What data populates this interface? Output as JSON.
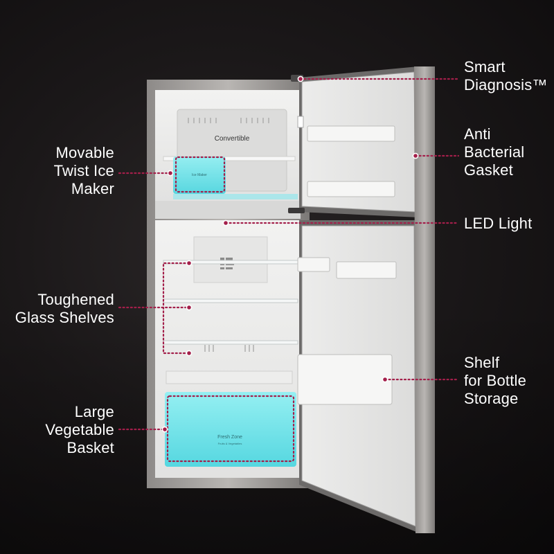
{
  "product": {
    "freezer_panel_label": "Convertible",
    "ice_tray_label": "Ice Maker",
    "crisper_label": "Fresh Zone",
    "crisper_sublabel": "Fruits & Vegetables"
  },
  "callouts": {
    "smart_diagnosis": {
      "line1": "Smart",
      "line2": "Diagnosis™"
    },
    "anti_bacterial": {
      "line1": "Anti",
      "line2": "Bacterial",
      "line3": "Gasket"
    },
    "led_light": {
      "line1": "LED Light"
    },
    "shelf_bottle": {
      "line1": "Shelf",
      "line2": "for Bottle",
      "line3": "Storage"
    },
    "ice_maker": {
      "line1": "Movable",
      "line2": "Twist Ice",
      "line3": "Maker"
    },
    "glass_shelves": {
      "line1": "Toughened",
      "line2": "Glass Shelves"
    },
    "veg_basket": {
      "line1": "Large",
      "line2": "Vegetable",
      "line3": "Basket"
    }
  },
  "colors": {
    "accent": "#a31f4a",
    "highlight_cyan": "#5fe0e8",
    "text": "#ffffff",
    "background": "#1b1819"
  }
}
